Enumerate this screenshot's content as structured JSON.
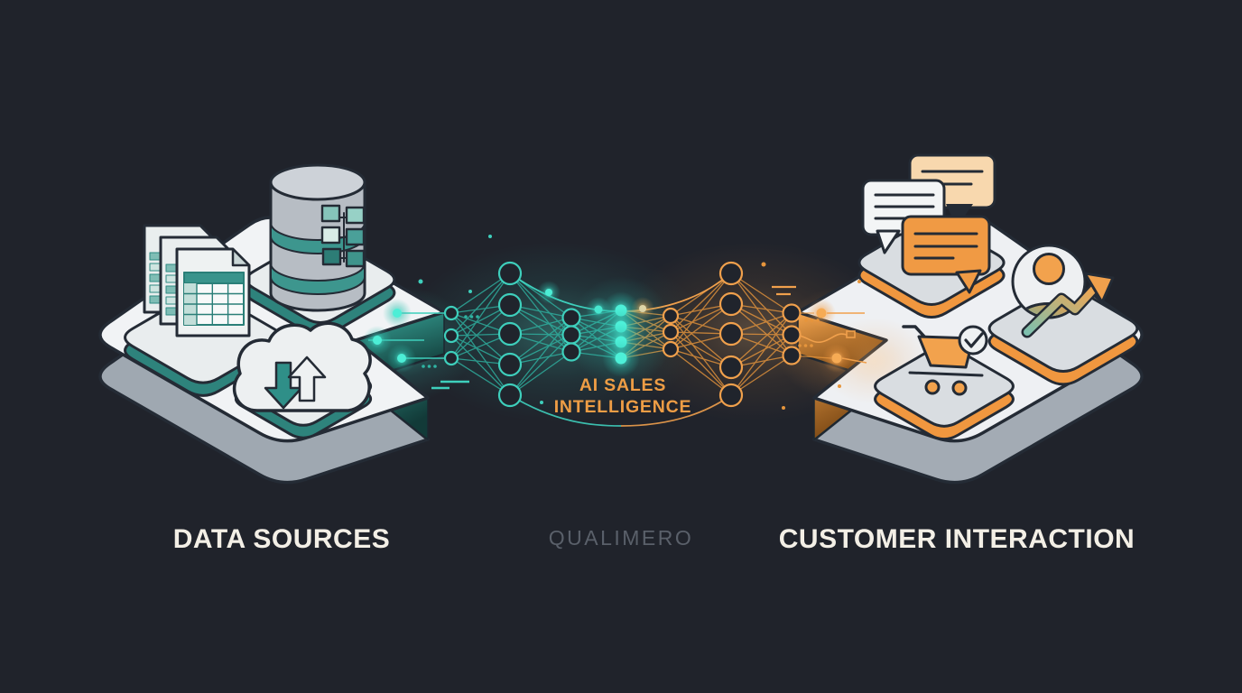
{
  "scene": {
    "background_color": "#20232b",
    "outline_color": "#242b35",
    "accent_teal": "#2f8f88",
    "accent_teal_glow": "#4ceed6",
    "accent_orange": "#f09a44",
    "accent_orange_glow": "#ffbe74",
    "label_color": "#f3efe6",
    "watermark_color": "#5a606a"
  },
  "left_platform": {
    "label": "DATA SOURCES",
    "icons": [
      {
        "name": "spreadsheet-documents-icon"
      },
      {
        "name": "database-icon"
      },
      {
        "name": "cloud-sync-icon"
      }
    ]
  },
  "center": {
    "icon": "neural-network-icon",
    "caption_line1": "AI SALES",
    "caption_line2": "INTELLIGENCE",
    "watermark": "QUALIMERO"
  },
  "right_platform": {
    "label": "CUSTOMER INTERACTION",
    "icons": [
      {
        "name": "chat-bubbles-icon"
      },
      {
        "name": "customer-growth-icon"
      },
      {
        "name": "shopping-cart-icon"
      }
    ]
  }
}
